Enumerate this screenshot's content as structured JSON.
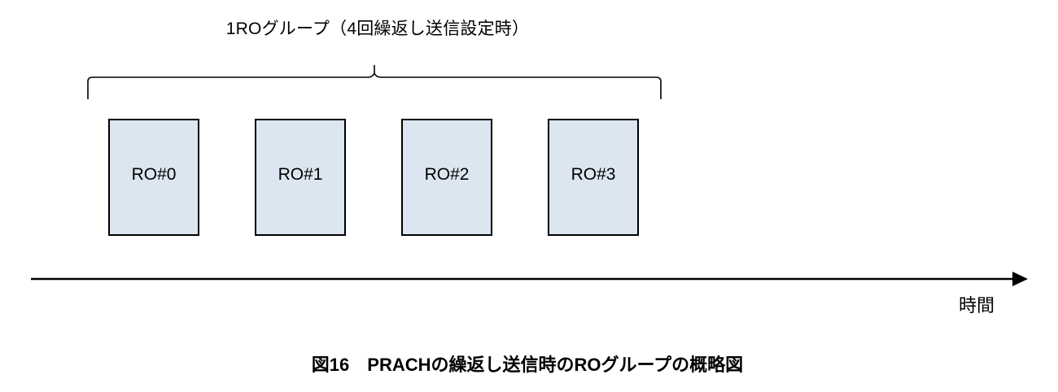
{
  "figure": {
    "group_title": "1ROグループ（4回繰返し送信設定時）",
    "caption": "図16　PRACHの繰返し送信時のROグループの概略図",
    "axis_label": "時間",
    "colors": {
      "box_fill": "#dce6f1",
      "box_border": "#000000",
      "line": "#000000",
      "text": "#000000",
      "background": "#ffffff"
    },
    "boxes": [
      {
        "label": "RO#0"
      },
      {
        "label": "RO#1"
      },
      {
        "label": "RO#2"
      },
      {
        "label": "RO#3"
      }
    ]
  },
  "chart_data": {
    "type": "diagram",
    "title": "図16　PRACHの繰返し送信時のROグループの概略図",
    "annotation": "1ROグループ（4回繰返し送信設定時）",
    "xlabel": "時間",
    "categories": [
      "RO#0",
      "RO#1",
      "RO#2",
      "RO#3"
    ],
    "repetitions": 4,
    "grid": false,
    "legend": "none",
    "elements": {
      "brace": {
        "spans": [
          "RO#0",
          "RO#1",
          "RO#2",
          "RO#3"
        ],
        "label": "1ROグループ（4回繰返し送信設定時）"
      },
      "axis": {
        "orientation": "horizontal",
        "arrow": "right",
        "label": "時間"
      }
    }
  }
}
